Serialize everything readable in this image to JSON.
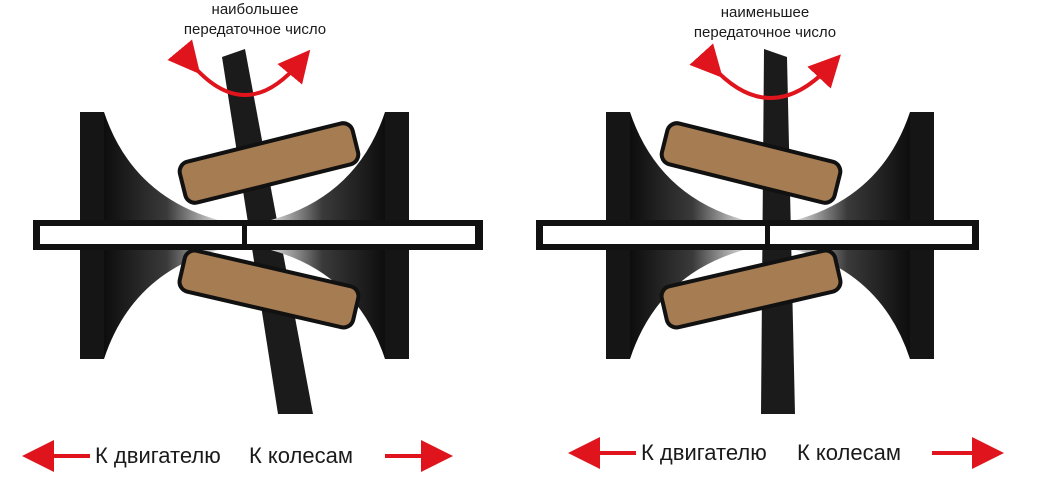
{
  "left_panel": {
    "caption_line1": "наибольшее",
    "caption_line2": "передаточное число",
    "label_engine": "К двигателю",
    "label_wheels": "К колесам"
  },
  "right_panel": {
    "caption_line1": "наименьшее",
    "caption_line2": "передаточное число",
    "label_engine": "К двигателю",
    "label_wheels": "К колесам"
  },
  "colors": {
    "roller": "#a67c52",
    "arrow": "#e0141c",
    "frame": "#111111",
    "shaft_fill": "#ffffff"
  },
  "icons": {
    "rotation": "curved-double-arrow-icon",
    "direction": "horizontal-arrow-icon"
  }
}
